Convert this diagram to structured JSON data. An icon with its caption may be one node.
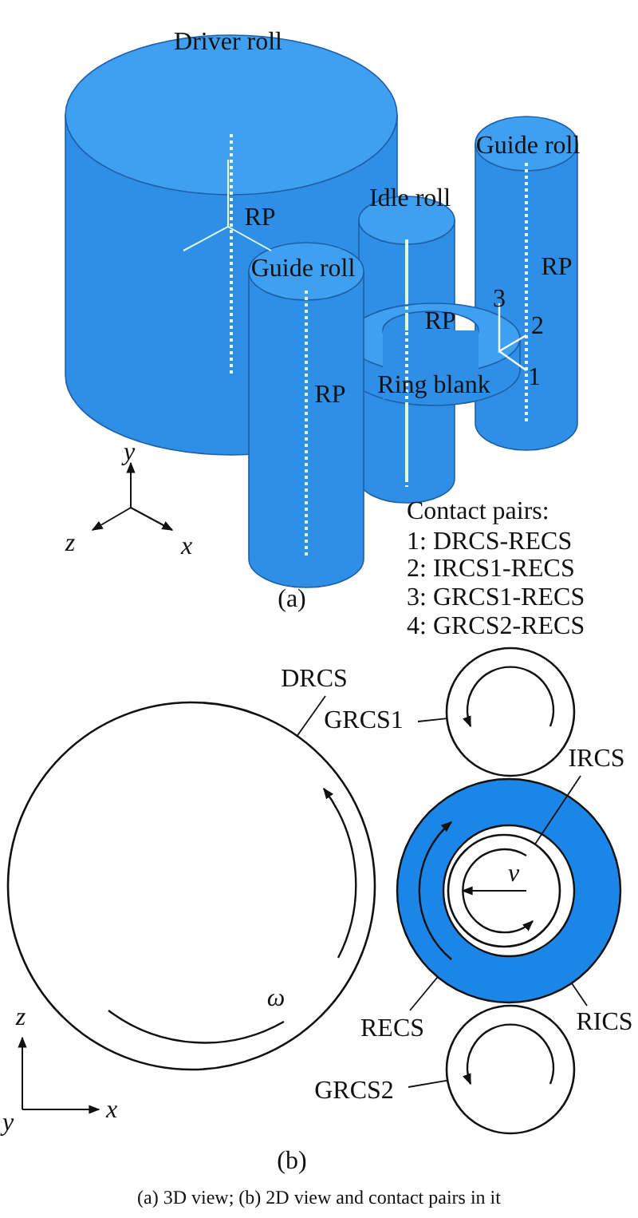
{
  "diagram": {
    "caption": "(a) 3D view; (b) 2D view and contact pairs in it",
    "nodes": [
      {
        "text": [
          "DRCS"
        ]
      },
      {
        "text": [
          "GRCS1"
        ]
      },
      {
        "text": [
          "IRCS"
        ]
      },
      {
        "text": [
          "RECS"
        ]
      },
      {
        "text": [
          "RICS"
        ]
      },
      {
        "text": [
          "GRCS2"
        ]
      },
      {
        "text": [],
        "shape": "circle"
      },
      {
        "text": [],
        "shape": "circle"
      },
      {
        "text": [],
        "shape": "circle"
      },
      {
        "text": [],
        "shape": "circle",
        "in": 8
      },
      {
        "text": [],
        "shape": "circle"
      }
    ],
    "edges": [
      {
        "from": 0,
        "to": 6,
        "arrow": "none"
      },
      {
        "from": 1,
        "to": 7,
        "arrow": "none"
      },
      {
        "from": 2,
        "to": 9,
        "arrow": "none"
      },
      {
        "from": 3,
        "to": 8,
        "arrow": "none"
      },
      {
        "from": 4,
        "to": 8,
        "arrow": "none"
      },
      {
        "from": 5,
        "to": 10,
        "arrow": "none"
      }
    ],
    "labels": [
      "Driver roll",
      "Guide roll",
      "RP",
      "Idle roll",
      "Guide roll",
      "RP",
      "3",
      "RP",
      "2",
      "Ring blank",
      "1",
      "RP",
      "y",
      "z",
      "x",
      "(a)",
      "Contact pairs:",
      "1: DRCS-RECS",
      "2: IRCS1-RECS",
      "3: GRCS1-RECS",
      "4: GRCS2-RECS",
      "v",
      "ω",
      "z",
      "y",
      "x",
      "(b)"
    ]
  }
}
